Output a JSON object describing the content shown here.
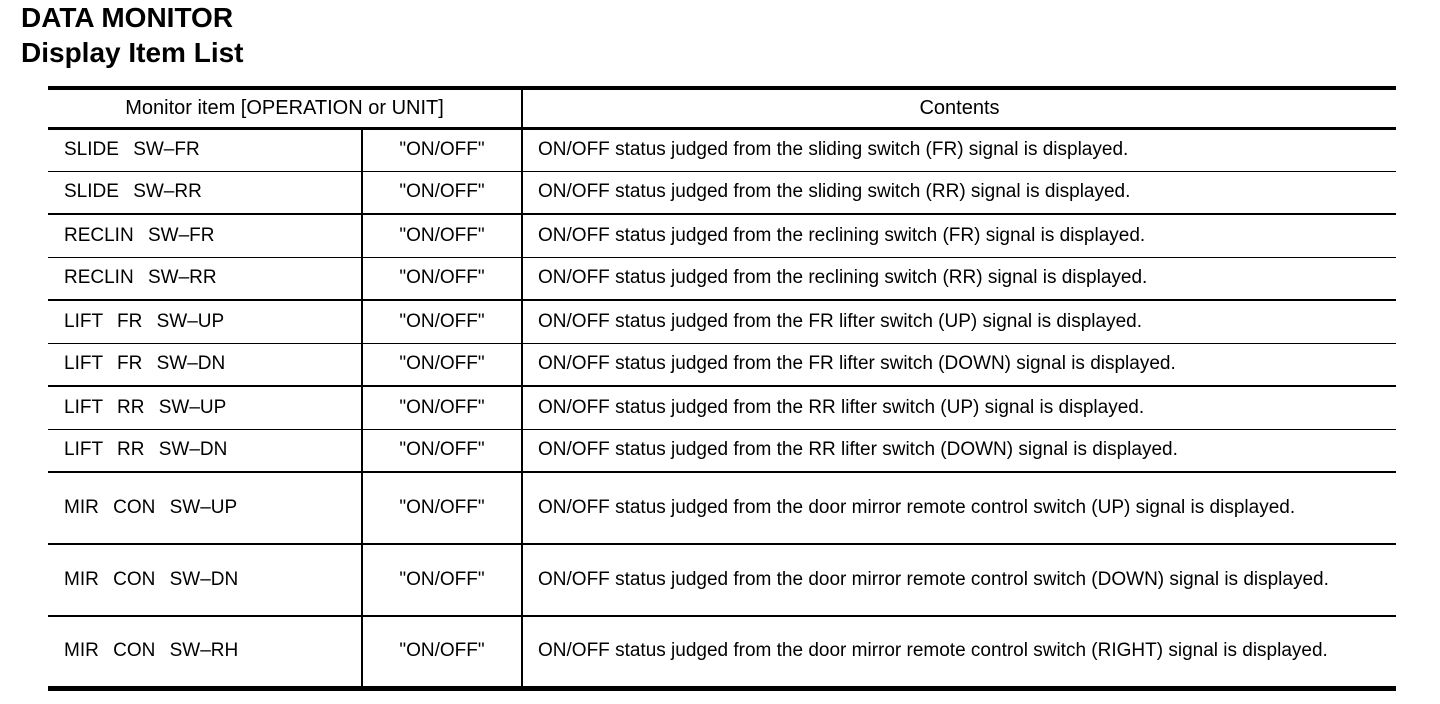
{
  "page": {
    "title": "DATA MONITOR",
    "subtitle": "Display Item List"
  },
  "table": {
    "header": {
      "monitor_item": "Monitor item [OPERATION or UNIT]",
      "contents": "Contents"
    },
    "rows": [
      {
        "item": "SLIDE SW–FR",
        "operation": "\"ON/OFF\"",
        "contents": "ON/OFF status judged from the sliding switch (FR) signal is displayed."
      },
      {
        "item": "SLIDE SW–RR",
        "operation": "\"ON/OFF\"",
        "contents": "ON/OFF status judged from the sliding switch (RR) signal is displayed."
      },
      {
        "item": "RECLIN SW–FR",
        "operation": "\"ON/OFF\"",
        "contents": "ON/OFF status judged from the reclining switch (FR) signal is displayed."
      },
      {
        "item": "RECLIN SW–RR",
        "operation": "\"ON/OFF\"",
        "contents": "ON/OFF status judged from the reclining switch (RR) signal is displayed."
      },
      {
        "item": "LIFT FR SW–UP",
        "operation": "\"ON/OFF\"",
        "contents": "ON/OFF status judged from the FR lifter switch (UP) signal is displayed."
      },
      {
        "item": "LIFT FR SW–DN",
        "operation": "\"ON/OFF\"",
        "contents": "ON/OFF status judged from the FR lifter switch (DOWN) signal is displayed."
      },
      {
        "item": "LIFT RR SW–UP",
        "operation": "\"ON/OFF\"",
        "contents": "ON/OFF status judged from the RR lifter switch (UP) signal is displayed."
      },
      {
        "item": "LIFT RR SW–DN",
        "operation": "\"ON/OFF\"",
        "contents": "ON/OFF status judged from the RR lifter switch (DOWN) signal is displayed."
      },
      {
        "item": "MIR CON SW–UP",
        "operation": "\"ON/OFF\"",
        "contents": "ON/OFF status judged from the door mirror remote control switch (UP) signal is displayed."
      },
      {
        "item": "MIR CON SW–DN",
        "operation": "\"ON/OFF\"",
        "contents": "ON/OFF status judged from the door mirror remote control switch (DOWN) signal is displayed."
      },
      {
        "item": "MIR CON SW–RH",
        "operation": "\"ON/OFF\"",
        "contents": "ON/OFF status judged from the door mirror remote control switch (RIGHT) signal is displayed."
      }
    ]
  }
}
